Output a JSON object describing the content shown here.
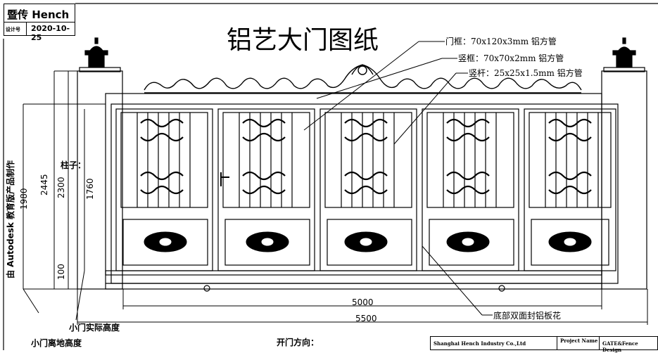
{
  "title_block": {
    "name": "暨传 Hench",
    "date_label": "设计号",
    "date": "2020-10-25"
  },
  "drawing_title": "铝艺大门图纸",
  "callouts": {
    "door_frame": "门框：70x120x3mm 铝方管",
    "vertical_frame": "竖框：70x70x2mm 铝方管",
    "vertical_bar": "竖杆：25x25x1.5mm 铝方管",
    "bottom_panel": "底部双面封铝板花"
  },
  "dimensions": {
    "height_2445": "2445",
    "height_2300": "2300",
    "height_1980": "1980",
    "height_1760": "1760",
    "height_100": "100",
    "width_5000": "5000",
    "width_5500": "5500"
  },
  "labels": {
    "pillar": "柱子：",
    "small_door_actual_height": "小门实际高度",
    "small_door_ground_height": "小门离地高度",
    "opening_direction": "开门方向：",
    "watermark": "由 Autodesk 教育版产品制作"
  },
  "bottom_block": {
    "company": "Shanghai Hench Industry Co.,Ltd",
    "project_label": "Project Name",
    "project": "GATE&Fence Design"
  }
}
